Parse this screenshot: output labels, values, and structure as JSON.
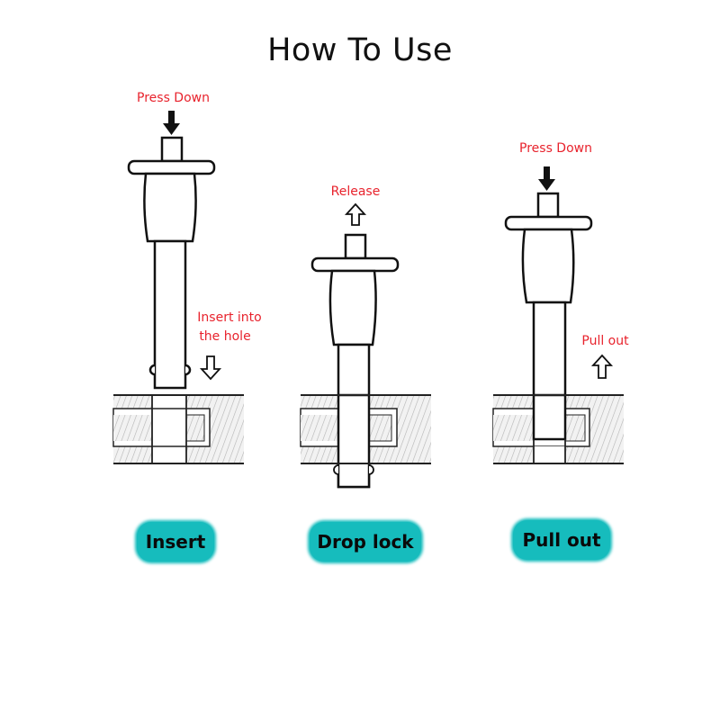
{
  "title": "How To Use",
  "colors": {
    "label_red": "#e8232d",
    "badge_teal": "#16bcbd",
    "ink": "#111111"
  },
  "steps": [
    {
      "id": "insert",
      "badge": "Insert",
      "top_label": "Press Down",
      "top_arrow": "down-arrow-filled",
      "side_label_line1": "Insert into",
      "side_label_line2": "the hole",
      "side_arrow": "down-arrow-outline"
    },
    {
      "id": "drop-lock",
      "badge": "Drop lock",
      "top_label": "Release",
      "top_arrow": "up-arrow-outline"
    },
    {
      "id": "pull-out",
      "badge": "Pull out",
      "top_label": "Press Down",
      "top_arrow": "down-arrow-filled",
      "side_label": "Pull out",
      "side_arrow": "up-arrow-outline"
    }
  ]
}
